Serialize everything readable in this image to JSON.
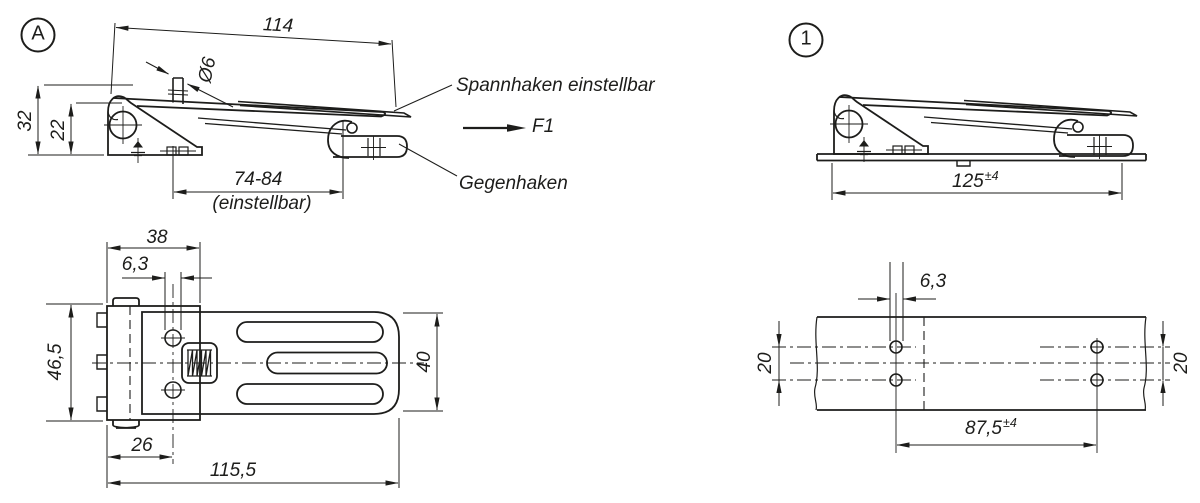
{
  "colors": {
    "line": "#1d1d1b",
    "background": "#ffffff"
  },
  "views": {
    "side_a": {
      "badge": "A",
      "dim_length": "114",
      "dim_pin_dia": "Ø6",
      "dim_height_total": "32",
      "dim_height_pivot": "22",
      "dim_adjust_range": "74-84",
      "dim_adjust_note": "(einstellbar)",
      "label_hook": "Spannhaken einstellbar",
      "label_force": "F1",
      "label_counterhook": "Gegenhaken"
    },
    "top_a": {
      "dim_bracket_width": "38",
      "dim_hole_dia": "6,3",
      "dim_bracket_height": "46,5",
      "dim_strap_width": "40",
      "dim_hole_offset": "26",
      "dim_total_length": "115,5"
    },
    "side_1": {
      "badge": "1",
      "dim_installed_length": "125",
      "dim_installed_length_tol": "±4"
    },
    "top_1": {
      "dim_hole_dia": "6,3",
      "dim_row_spacing_left": "20",
      "dim_row_spacing_right": "20",
      "dim_hole_distance": "87,5",
      "dim_hole_distance_tol": "±4"
    }
  }
}
